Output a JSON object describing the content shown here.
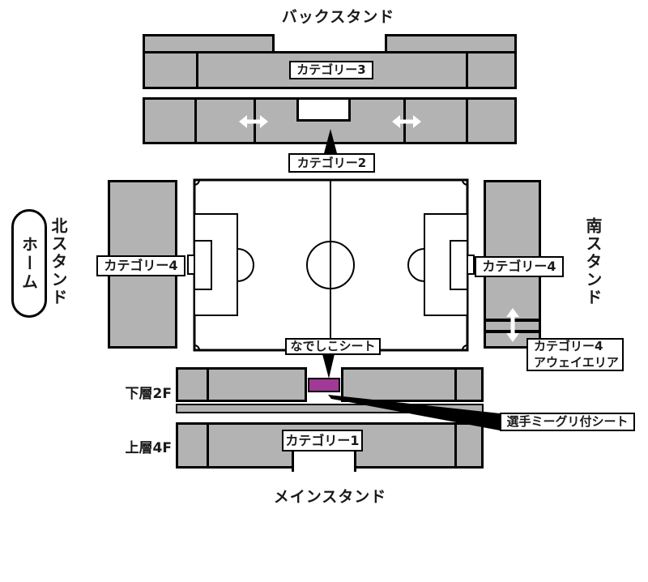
{
  "colors": {
    "stand_gray": "#b3b3b3",
    "outline_black": "#000000",
    "nadeshiko_purple": "#a03a96",
    "background": "#ffffff",
    "arrow_white": "#ffffff"
  },
  "stands": {
    "back_stand_title": "バックスタンド",
    "main_stand_title": "メインスタンド",
    "north_stand_title": "北スタンド",
    "south_stand_title": "南スタンド",
    "home_badge": "ホーム"
  },
  "categories": {
    "category1": "カテゴリー1",
    "category2": "カテゴリー2",
    "category3": "カテゴリー3",
    "category4_north": "カテゴリー4",
    "category4_south": "カテゴリー4",
    "category4_away_line1": "カテゴリー4",
    "category4_away_line2": "アウェイエリア"
  },
  "seats": {
    "nadeshiko_seat": "なでしこシート",
    "player_meet_greet_seat": "選手ミーグリ付シート"
  },
  "tiers": {
    "lower_2f": "下層2F",
    "upper_4f": "上層4F"
  }
}
